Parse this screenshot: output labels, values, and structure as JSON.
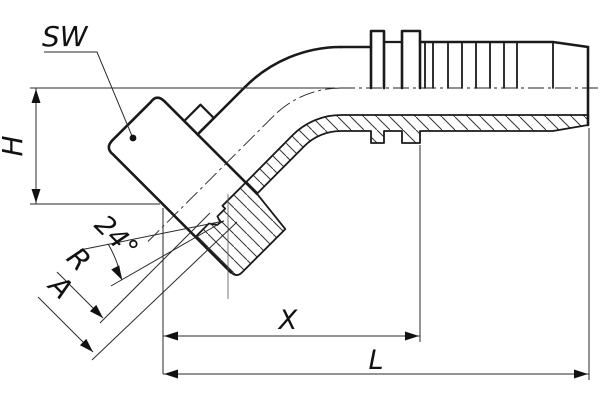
{
  "drawing": {
    "type": "technical-drawing",
    "subject": "45-degree elbow hose fitting with swivel nut, half-section side view",
    "view": "side view, upper half outside view, lower half section (hatched)",
    "labels": {
      "sw": "SW",
      "h": "H",
      "cone_angle": "24°",
      "r": "R",
      "a": "A",
      "x": "X",
      "l": "L"
    },
    "label_meanings": {
      "sw": "wrench size across flats of nut (leader with dot)",
      "h": "height from hose centerline to port end face",
      "cone_angle": "24° internal sealing cone angle",
      "r": "cone seat size at 45° port",
      "a": "outer size at 45° port end",
      "x": "length from end face plane to hose stop collar",
      "l": "overall length from end face plane to stem tip"
    },
    "colors": {
      "line": "#1a1a1a",
      "thin_line": "#2a2a2a",
      "hatch": "#333333",
      "background": "#ffffff"
    }
  }
}
